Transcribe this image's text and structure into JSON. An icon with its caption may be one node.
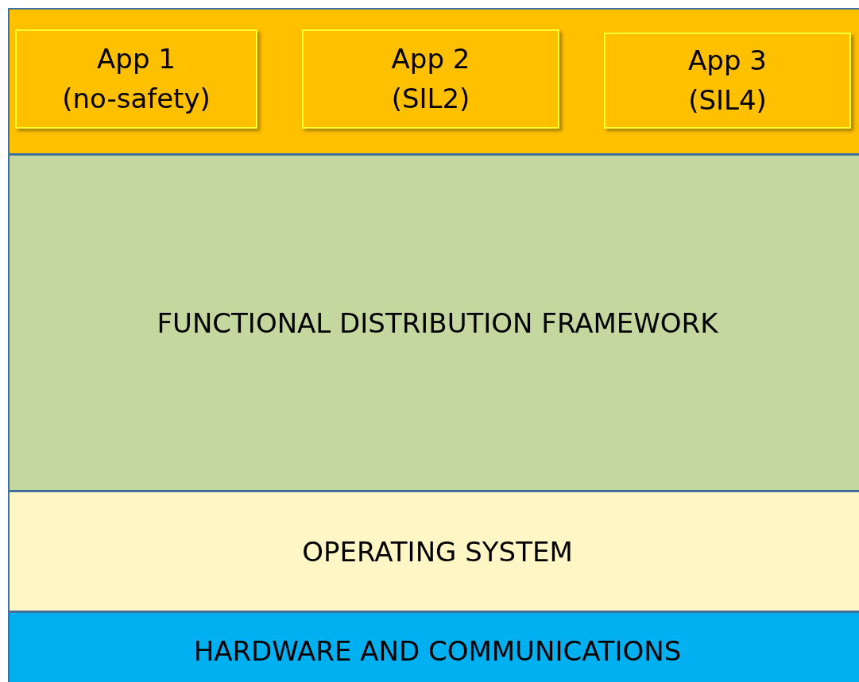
{
  "diagram": {
    "nodes": [
      {
        "text": [],
        "shape": "box"
      },
      {
        "text": [
          "App 1 (no-safety)"
        ],
        "in": 0
      },
      {
        "text": [
          "App 2 (SIL2)"
        ],
        "in": 0
      },
      {
        "text": [
          "App 3 (SIL4)"
        ],
        "in": 0
      },
      {
        "text": [
          "FUNCTIONAL DISTRIBUTION FRAMEWORK"
        ]
      },
      {
        "text": [
          "OPERATING SYSTEM"
        ]
      },
      {
        "text": [
          "HARDWARE AND COMMUNICATIONS"
        ]
      }
    ]
  }
}
